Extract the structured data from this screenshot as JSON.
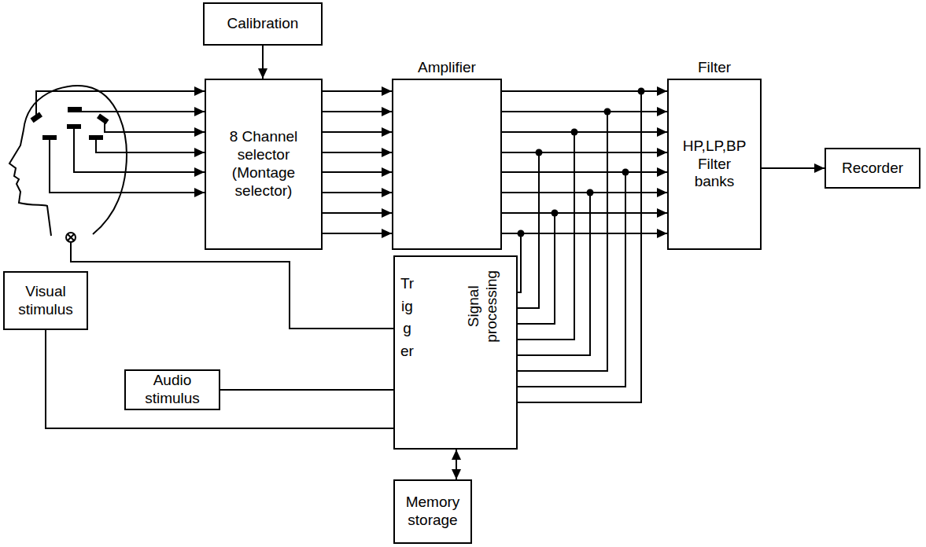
{
  "diagram": {
    "nodes": [
      {
        "text": [
          "Calibration"
        ]
      },
      {
        "text": [
          "8 Channel selector (Montage selector)"
        ]
      },
      {
        "text": [
          "Amplifier"
        ]
      },
      {
        "text": [
          "Filter",
          "HP,LP,BP Filter banks"
        ]
      },
      {
        "text": [
          "Recorder"
        ]
      },
      {
        "text": [
          "Visual stimulus"
        ]
      },
      {
        "text": [
          "Audio stimulus"
        ]
      },
      {
        "text": [
          "Trigger",
          "Signal processing"
        ]
      },
      {
        "text": [
          "Memory storage"
        ]
      }
    ],
    "edges": [
      {
        "from": 0,
        "to": 1,
        "arrow": "to"
      },
      {
        "from": 1,
        "to": 2,
        "arrow": "to"
      },
      {
        "from": 1,
        "to": 2,
        "arrow": "to"
      },
      {
        "from": 1,
        "to": 2,
        "arrow": "to"
      },
      {
        "from": 1,
        "to": 2,
        "arrow": "to"
      },
      {
        "from": 1,
        "to": 2,
        "arrow": "to"
      },
      {
        "from": 1,
        "to": 2,
        "arrow": "to"
      },
      {
        "from": 1,
        "to": 2,
        "arrow": "to"
      },
      {
        "from": 1,
        "to": 2,
        "arrow": "to"
      },
      {
        "from": 2,
        "to": 3,
        "arrow": "to"
      },
      {
        "from": 2,
        "to": 3,
        "arrow": "to"
      },
      {
        "from": 2,
        "to": 3,
        "arrow": "to"
      },
      {
        "from": 2,
        "to": 3,
        "arrow": "to"
      },
      {
        "from": 2,
        "to": 3,
        "arrow": "to"
      },
      {
        "from": 2,
        "to": 3,
        "arrow": "to"
      },
      {
        "from": 2,
        "to": 3,
        "arrow": "to"
      },
      {
        "from": 2,
        "to": 3,
        "arrow": "to"
      },
      {
        "from": 2,
        "to": 7,
        "arrow": "none"
      },
      {
        "from": 2,
        "to": 7,
        "arrow": "none"
      },
      {
        "from": 2,
        "to": 7,
        "arrow": "none"
      },
      {
        "from": 2,
        "to": 7,
        "arrow": "none"
      },
      {
        "from": 2,
        "to": 7,
        "arrow": "none"
      },
      {
        "from": 2,
        "to": 7,
        "arrow": "none"
      },
      {
        "from": 2,
        "to": 7,
        "arrow": "none"
      },
      {
        "from": 2,
        "to": 7,
        "arrow": "none"
      },
      {
        "from": 3,
        "to": 4,
        "arrow": "to"
      },
      {
        "from": 5,
        "to": 7,
        "arrow": "none"
      },
      {
        "from": 6,
        "to": 7,
        "arrow": "none"
      },
      {
        "from": 8,
        "to": 7,
        "arrow": "both"
      }
    ]
  }
}
